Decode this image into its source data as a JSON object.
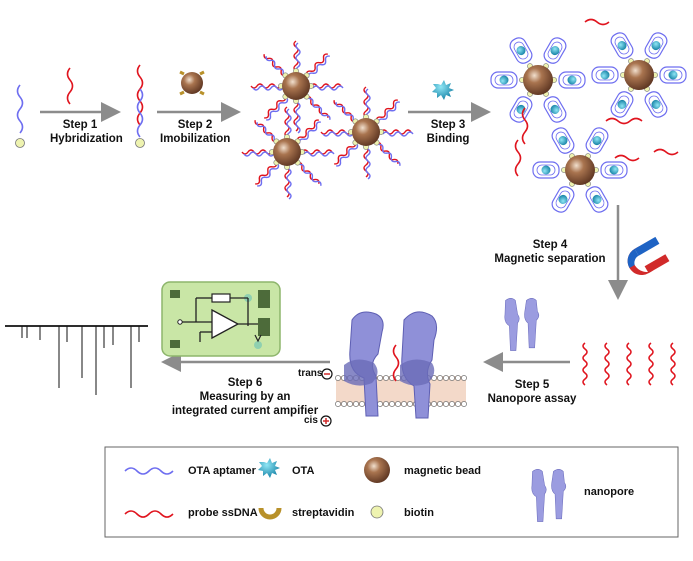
{
  "steps": {
    "s1": {
      "title": "Step 1",
      "sub": "Hybridization"
    },
    "s2": {
      "title": "Step 2",
      "sub": "Imobilization"
    },
    "s3": {
      "title": "Step 3",
      "sub": "Binding"
    },
    "s4": {
      "title": "Step 4",
      "sub": "Magnetic separation"
    },
    "s5": {
      "title": "Step 5",
      "sub": "Nanopore assay"
    },
    "s6": {
      "title": "Step 6",
      "sub1": "Measuring by an",
      "sub2": "integrated current ampifier"
    }
  },
  "membrane": {
    "trans": "trans",
    "cis": "cis"
  },
  "legend": {
    "ota_aptamer": "OTA aptamer",
    "ota": "OTA",
    "magnetic_bead": "magnetic bead",
    "nanopore": "nanopore",
    "probe_ssdna": "probe ssDNA",
    "streptavidin": "streptavidin",
    "biotin": "biotin"
  },
  "colors": {
    "aptamer": "#6e6ef0",
    "probe": "#e0141e",
    "bead": "#8b5a3c",
    "ota": "#1fa3c8",
    "streptavidin": "#b8912a",
    "biotin": "#eef3b0",
    "nanopore": "#8f90d8",
    "arrow": "#8c8c8c",
    "board": "#c9e6a6"
  }
}
